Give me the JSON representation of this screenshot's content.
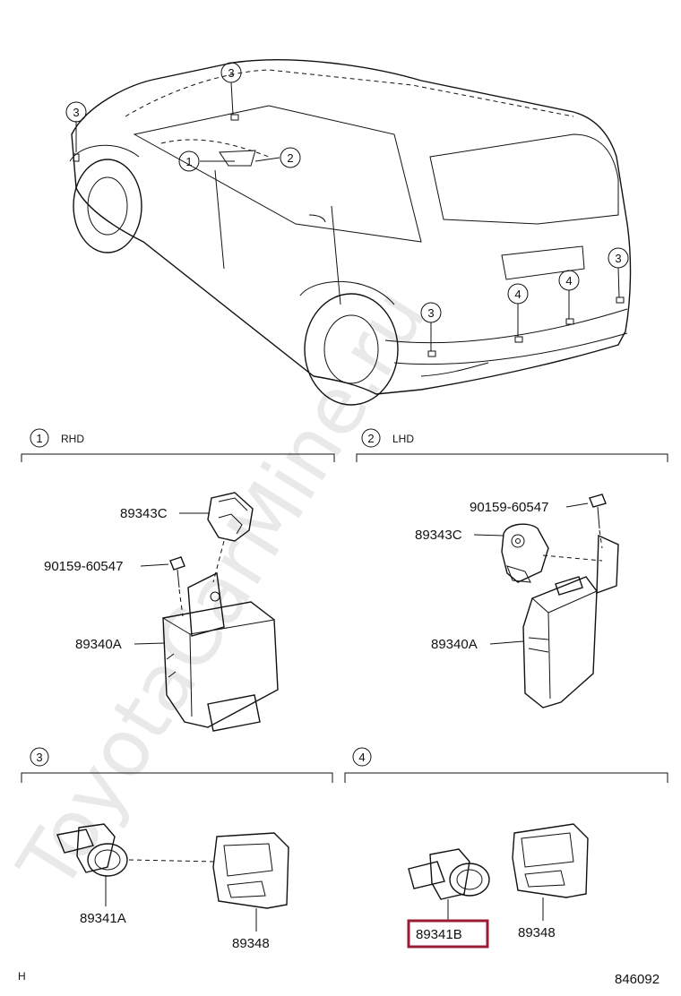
{
  "watermark": "ToyotaCarMine.ru",
  "overview": {
    "callouts": [
      "3",
      "3",
      "1",
      "2",
      "3",
      "4",
      "4",
      "3"
    ]
  },
  "sections": [
    {
      "number": "1",
      "title": "RHD"
    },
    {
      "number": "2",
      "title": "LHD"
    },
    {
      "number": "3",
      "title": ""
    },
    {
      "number": "4",
      "title": ""
    }
  ],
  "parts": {
    "s1_sensor": "89343C",
    "s1_bolt": "90159-60547",
    "s1_ecu": "89340A",
    "s2_bolt": "90159-60547",
    "s2_sensor": "89343C",
    "s2_ecu": "89340A",
    "s3_sensor": "89341A",
    "s3_retainer": "89348",
    "s4_sensor": "89341B",
    "s4_retainer": "89348"
  },
  "highlight": {
    "part": "89341B",
    "color": "#9b1b35"
  },
  "footer": {
    "left": "H",
    "right": "846092"
  }
}
